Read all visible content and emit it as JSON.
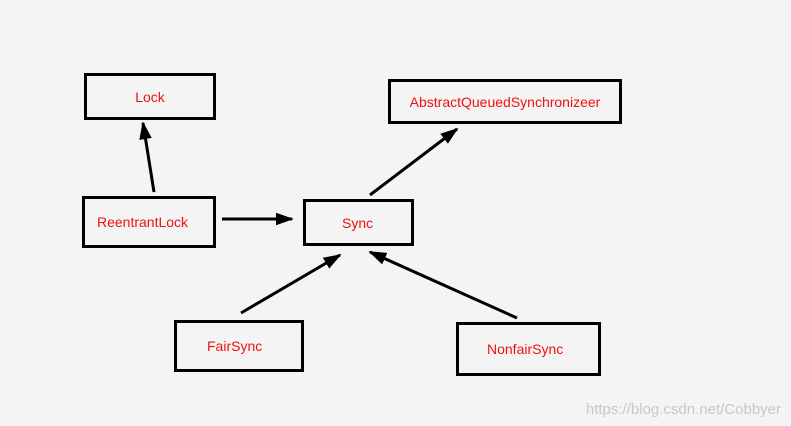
{
  "nodes": {
    "lock": "Lock",
    "aqs": "AbstractQueuedSynchronizeer",
    "reentrant_lock": "ReentrantLock",
    "sync": "Sync",
    "fair_sync": "FairSync",
    "nonfair_sync": "NonfairSync"
  },
  "edges": [
    {
      "from": "ReentrantLock",
      "to": "Lock"
    },
    {
      "from": "ReentrantLock",
      "to": "Sync"
    },
    {
      "from": "Sync",
      "to": "AbstractQueuedSynchronizeer"
    },
    {
      "from": "FairSync",
      "to": "Sync"
    },
    {
      "from": "NonfairSync",
      "to": "Sync"
    }
  ],
  "watermark": "https://blog.csdn.net/Cobbyer",
  "colors": {
    "background": "#f4f4f4",
    "node_text": "#ee1111",
    "border": "#000000",
    "watermark": "#c8c8c8"
  }
}
